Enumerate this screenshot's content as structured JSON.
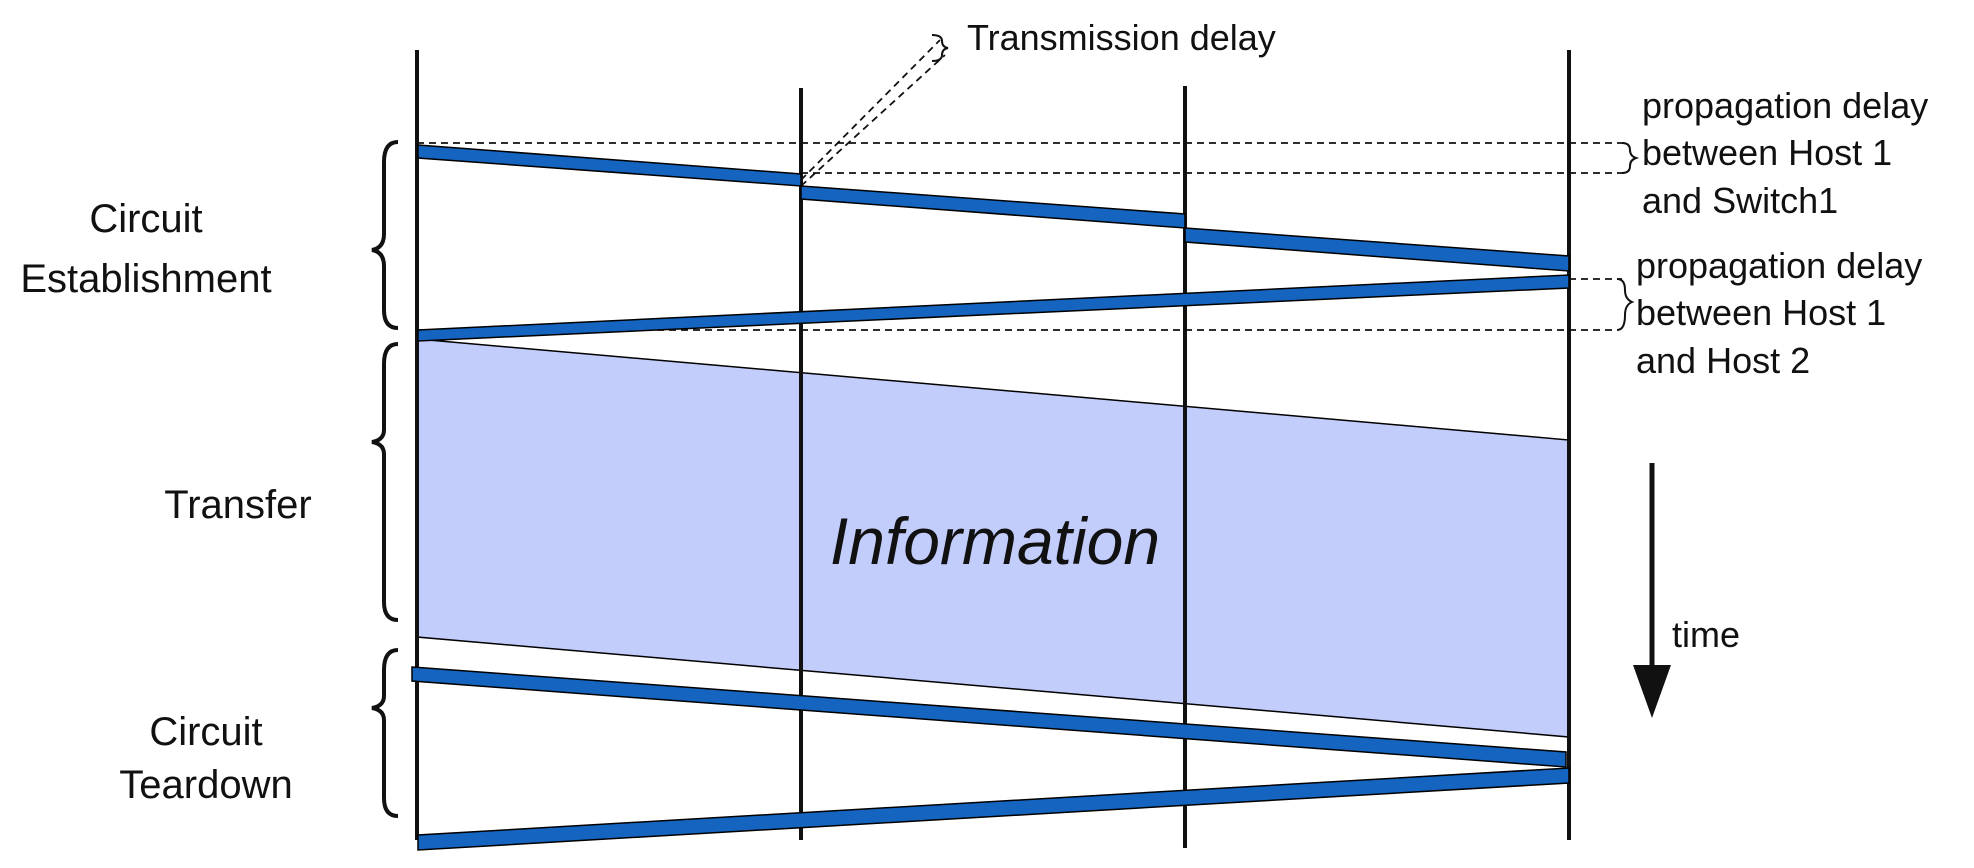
{
  "phases": {
    "establishment_line1": "Circuit",
    "establishment_line2": "Establishment",
    "transfer": "Transfer",
    "teardown_line1": "Circuit",
    "teardown_line2": "Teardown"
  },
  "annotations": {
    "transmission_delay": "Transmission delay",
    "prop_switch_line1": "propagation delay",
    "prop_switch_line2": "between Host 1",
    "prop_switch_line3": "and Switch1",
    "prop_host_line1": "propagation delay",
    "prop_host_line2": "between Host 1",
    "prop_host_line3": "and Host 2",
    "information": "Information",
    "time": "time"
  },
  "colors": {
    "signal": "#1565c0",
    "information_fill": "#c3cdfb",
    "line": "#111111"
  }
}
